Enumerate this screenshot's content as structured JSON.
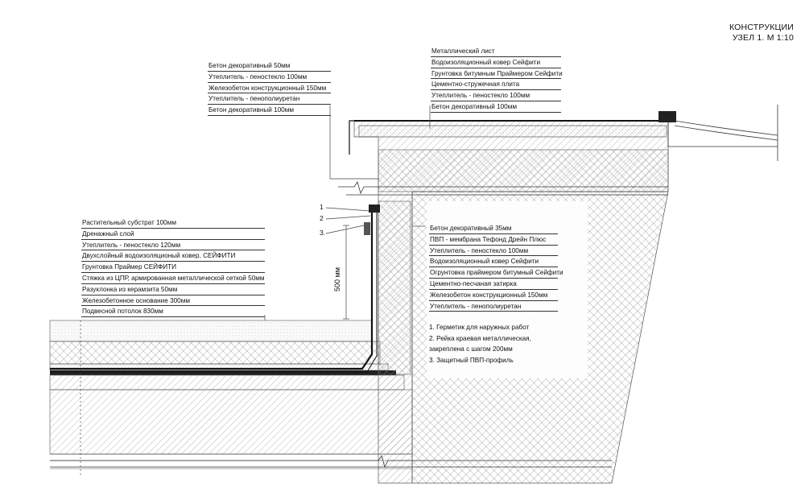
{
  "title": {
    "line1": "КОНСТРУКЦИИ",
    "line2": "УЗЕЛ 1. М 1:10"
  },
  "callouts": {
    "top_left": [
      "Бетон декоративный 50мм",
      "Утеплитель - пеностекло 100мм",
      "Железобетон конструкционный 150мм",
      "Утеплитель - пенополиуретан",
      "Бетон декоративный 100мм"
    ],
    "top_right": [
      "Металлический лист",
      "Водоизоляционный ковер Сейфити",
      "Грунтовка битумным Праймером Сейфити",
      "Цементно-стружечная плита",
      "Утеплитель - пеностекло 100мм",
      "Бетон декоративный 100мм"
    ],
    "left": [
      "Растительный субстрат 100мм",
      "Дренажный слой",
      "Утеплитель - пеностекло 120мм",
      "Двухслойный водоизоляционый ковер, СЕЙФИТИ",
      "Грунтовка Праймер СЕЙФИТИ",
      "Стяжка из ЦПР, армированная металлической сеткой 50мм",
      "Разуклонка из керамзита 50мм",
      "Железобетонное основание 300мм",
      "Подвесной потолок 830мм"
    ],
    "right": [
      "Бетон декоративный 35мм",
      "ПВП - мембрана Тефонд Дрейн Плюс",
      "Утеплитель - пеностекло 100мм",
      "Водоизоляционный ковер Сейфити",
      "Огрунтовка праймером битумный Сейфити",
      "Цементно-песчаная затирка",
      "Железобетон конструкционный 150мм",
      "Утеплитель - пенополиуретан"
    ]
  },
  "notes": [
    "1. Герметик для наружных работ",
    "2. Рейка краевая металлическая,",
    "закреплена с шагом 200мм",
    "3. Защитный ПВП-профиль"
  ],
  "markers": [
    "1",
    "2",
    "3."
  ],
  "dimension": "500 мм"
}
